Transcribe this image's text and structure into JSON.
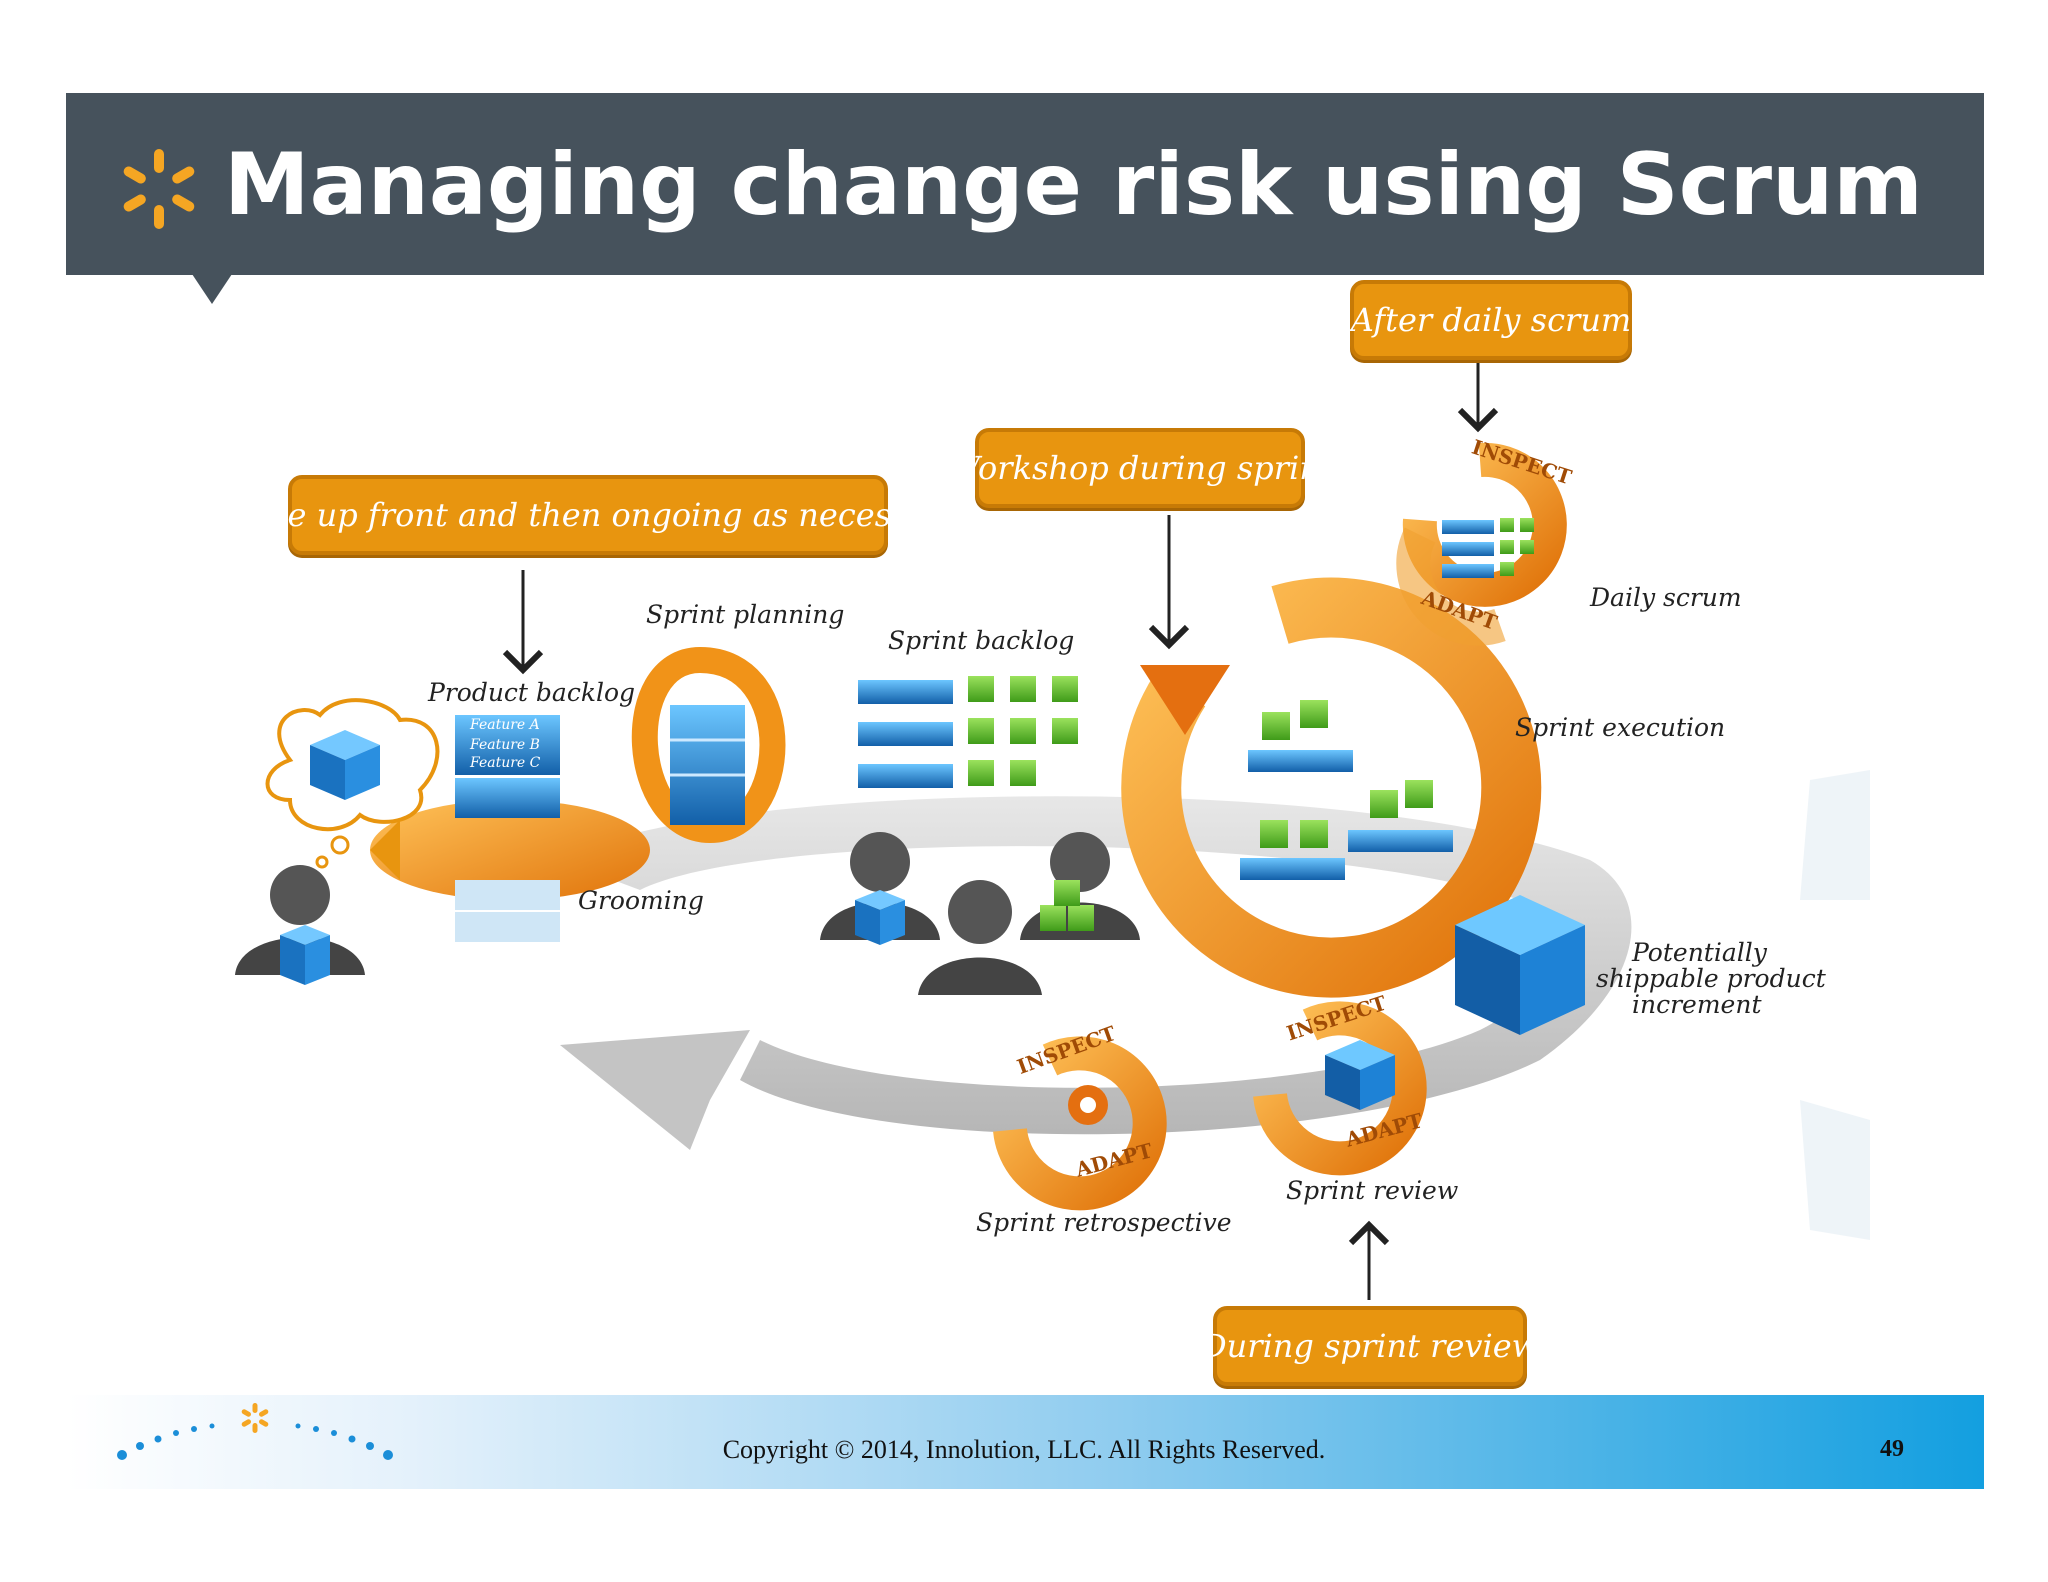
{
  "header": {
    "title": "Managing change risk using Scrum",
    "background_color": "#46525c"
  },
  "callouts": {
    "upfront": "Some up front and then ongoing as necessary",
    "workshop": "Workshop during sprint",
    "after_daily": "After daily scrum",
    "during_review": "During sprint review"
  },
  "labels": {
    "product_backlog": "Product backlog",
    "feature_a": "Feature A",
    "feature_b": "Feature B",
    "feature_c": "Feature C",
    "grooming": "Grooming",
    "sprint_planning": "Sprint planning",
    "sprint_backlog": "Sprint backlog",
    "sprint_execution": "Sprint execution",
    "daily_scrum": "Daily scrum",
    "potentially_shippable_line1": "Potentially",
    "potentially_shippable_line2": "shippable product",
    "potentially_shippable_line3": "increment",
    "sprint_review": "Sprint review",
    "sprint_retrospective": "Sprint retrospective",
    "inspect": "INSPECT",
    "adapt": "ADAPT"
  },
  "colors": {
    "accent_orange": "#e8950f",
    "cube_blue": "#1f86d4",
    "cube_green": "#5ec22e",
    "loop_gray": "#bdbdbd"
  },
  "footer": {
    "copyright": "Copyright © 2014, Innolution, LLC. All Rights Reserved.",
    "page_number": "49"
  }
}
